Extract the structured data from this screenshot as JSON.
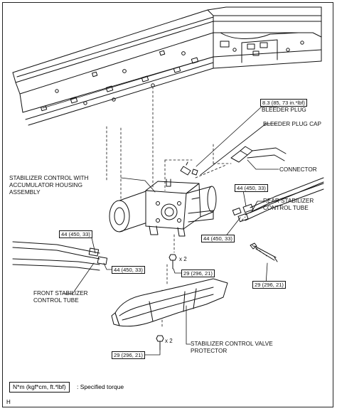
{
  "labels": {
    "stabilizer_assembly": "STABILIZER CONTROL WITH\nACCUMULATOR HOUSING\nASSEMBLY",
    "bleeder_plug": "BLEEDER PLUG",
    "bleeder_plug_cap": "BLEEDER PLUG CAP",
    "connector": "CONNECTOR",
    "rear_tube": "REAR STABILIZER\nCONTROL TUBE",
    "front_tube": "FRONT STABILIZER\nCONTROL TUBE",
    "valve_protector": "STABILIZER CONTROL VALVE\nPROTECTOR"
  },
  "torques": {
    "bleeder": "8.3 (85, 73 in.*lbf)",
    "rear_upper": "44 (450, 33)",
    "rear_lower": "44 (450, 33)",
    "front_upper": "44 (450, 33)",
    "front_lower": "44 (450, 33)",
    "center_bolt": "29 (296, 21)",
    "right_bolt": "29 (296, 21)",
    "protector_bolt": "29 (296, 21)"
  },
  "quantities": {
    "center_bolts": "x 2",
    "protector_bolts": "x 2"
  },
  "legend": {
    "unit": "N*m (kgf*cm, ft.*lbf)",
    "description": ": Specified torque"
  },
  "figure_code": "H"
}
